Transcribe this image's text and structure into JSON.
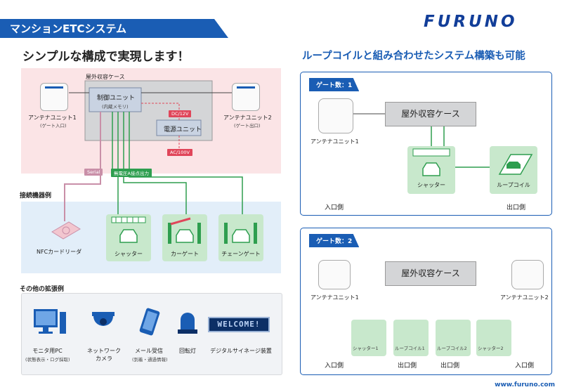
{
  "header": {
    "title": "マンションETCシステム",
    "logo": "FURUNO"
  },
  "left": {
    "headline": "シンプルな構成で実現します！",
    "outdoor_case_label": "屋外収容ケース",
    "control_unit": "制御ユニット",
    "control_unit_sub": "(内蔵メモリ)",
    "power_unit": "電源ユニット",
    "dc_label": "DC/12V",
    "ac_label": "AC/100V",
    "antenna1": "アンテナユニット1",
    "antenna1_sub": "(ゲート入口)",
    "antenna2": "アンテナユニット2",
    "antenna2_sub": "(ゲート出口)",
    "serial_label": "Serial",
    "contact_label": "無電圧A接点出力",
    "connected_heading": "接続機器例",
    "connected": [
      "NFCカードリーダ",
      "シャッター",
      "カーゲート",
      "チェーンゲート"
    ],
    "expansion_heading": "その他の拡張例",
    "expansion": [
      {
        "label": "モニタ用PC",
        "sub": "(状態表示・ログ採取)",
        "icon": "monitor-pc-icon"
      },
      {
        "label": "ネットワーク\nカメラ",
        "sub": "",
        "icon": "network-camera-icon"
      },
      {
        "label": "メール受信",
        "sub": "(到着・通過情報)",
        "icon": "smartphone-icon"
      },
      {
        "label": "回転灯",
        "sub": "",
        "icon": "rotating-light-icon"
      },
      {
        "label": "デジタルサイネージ装置",
        "sub": "",
        "icon": "signage-icon"
      }
    ],
    "signage_text": "WELCOME!"
  },
  "right": {
    "headline": "ループコイルと組み合わせたシステム構築も可能",
    "gate1": {
      "tab": "ゲート数：1",
      "case": "屋外収容ケース",
      "antenna": "アンテナユニット1",
      "shutter": "シャッター",
      "loop": "ループコイル",
      "entry": "入口側",
      "exit": "出口側"
    },
    "gate2": {
      "tab": "ゲート数：2",
      "case": "屋外収容ケース",
      "antenna1": "アンテナユニット1",
      "antenna2": "アンテナユニット2",
      "shutter1": "シャッター1",
      "loop1": "ループコイル1",
      "loop2": "ループコイル2",
      "shutter2": "シャッター2",
      "entry1": "入口側",
      "exit1": "出口側",
      "exit2": "出口側",
      "entry2": "入口側"
    }
  },
  "footer": {
    "url": "www.furuno.com"
  },
  "colors": {
    "brand": "#1a5db4",
    "green": "#2e9e4f",
    "pink_bg": "#fbe4e6",
    "blue_bg": "#e2eef9",
    "red_line": "#e0465a"
  }
}
